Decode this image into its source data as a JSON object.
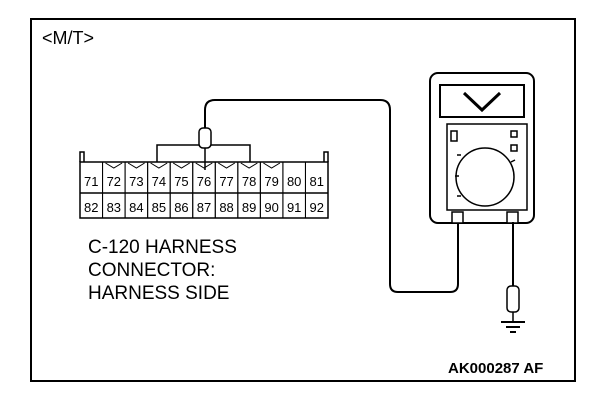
{
  "variant_label": "<M/T>",
  "connector": {
    "top_row": [
      "71",
      "72",
      "73",
      "74",
      "75",
      "76",
      "77",
      "78",
      "79",
      "80",
      "81"
    ],
    "bottom_row": [
      "82",
      "83",
      "84",
      "85",
      "86",
      "87",
      "88",
      "89",
      "90",
      "91",
      "92"
    ],
    "caption_lines": [
      "C-120 HARNESS",
      "CONNECTOR:",
      "HARNESS SIDE"
    ]
  },
  "reference_code": "AK000287 AF",
  "icons": [
    "voltmeter-icon",
    "ground-symbol-icon",
    "test-probe-icon"
  ]
}
